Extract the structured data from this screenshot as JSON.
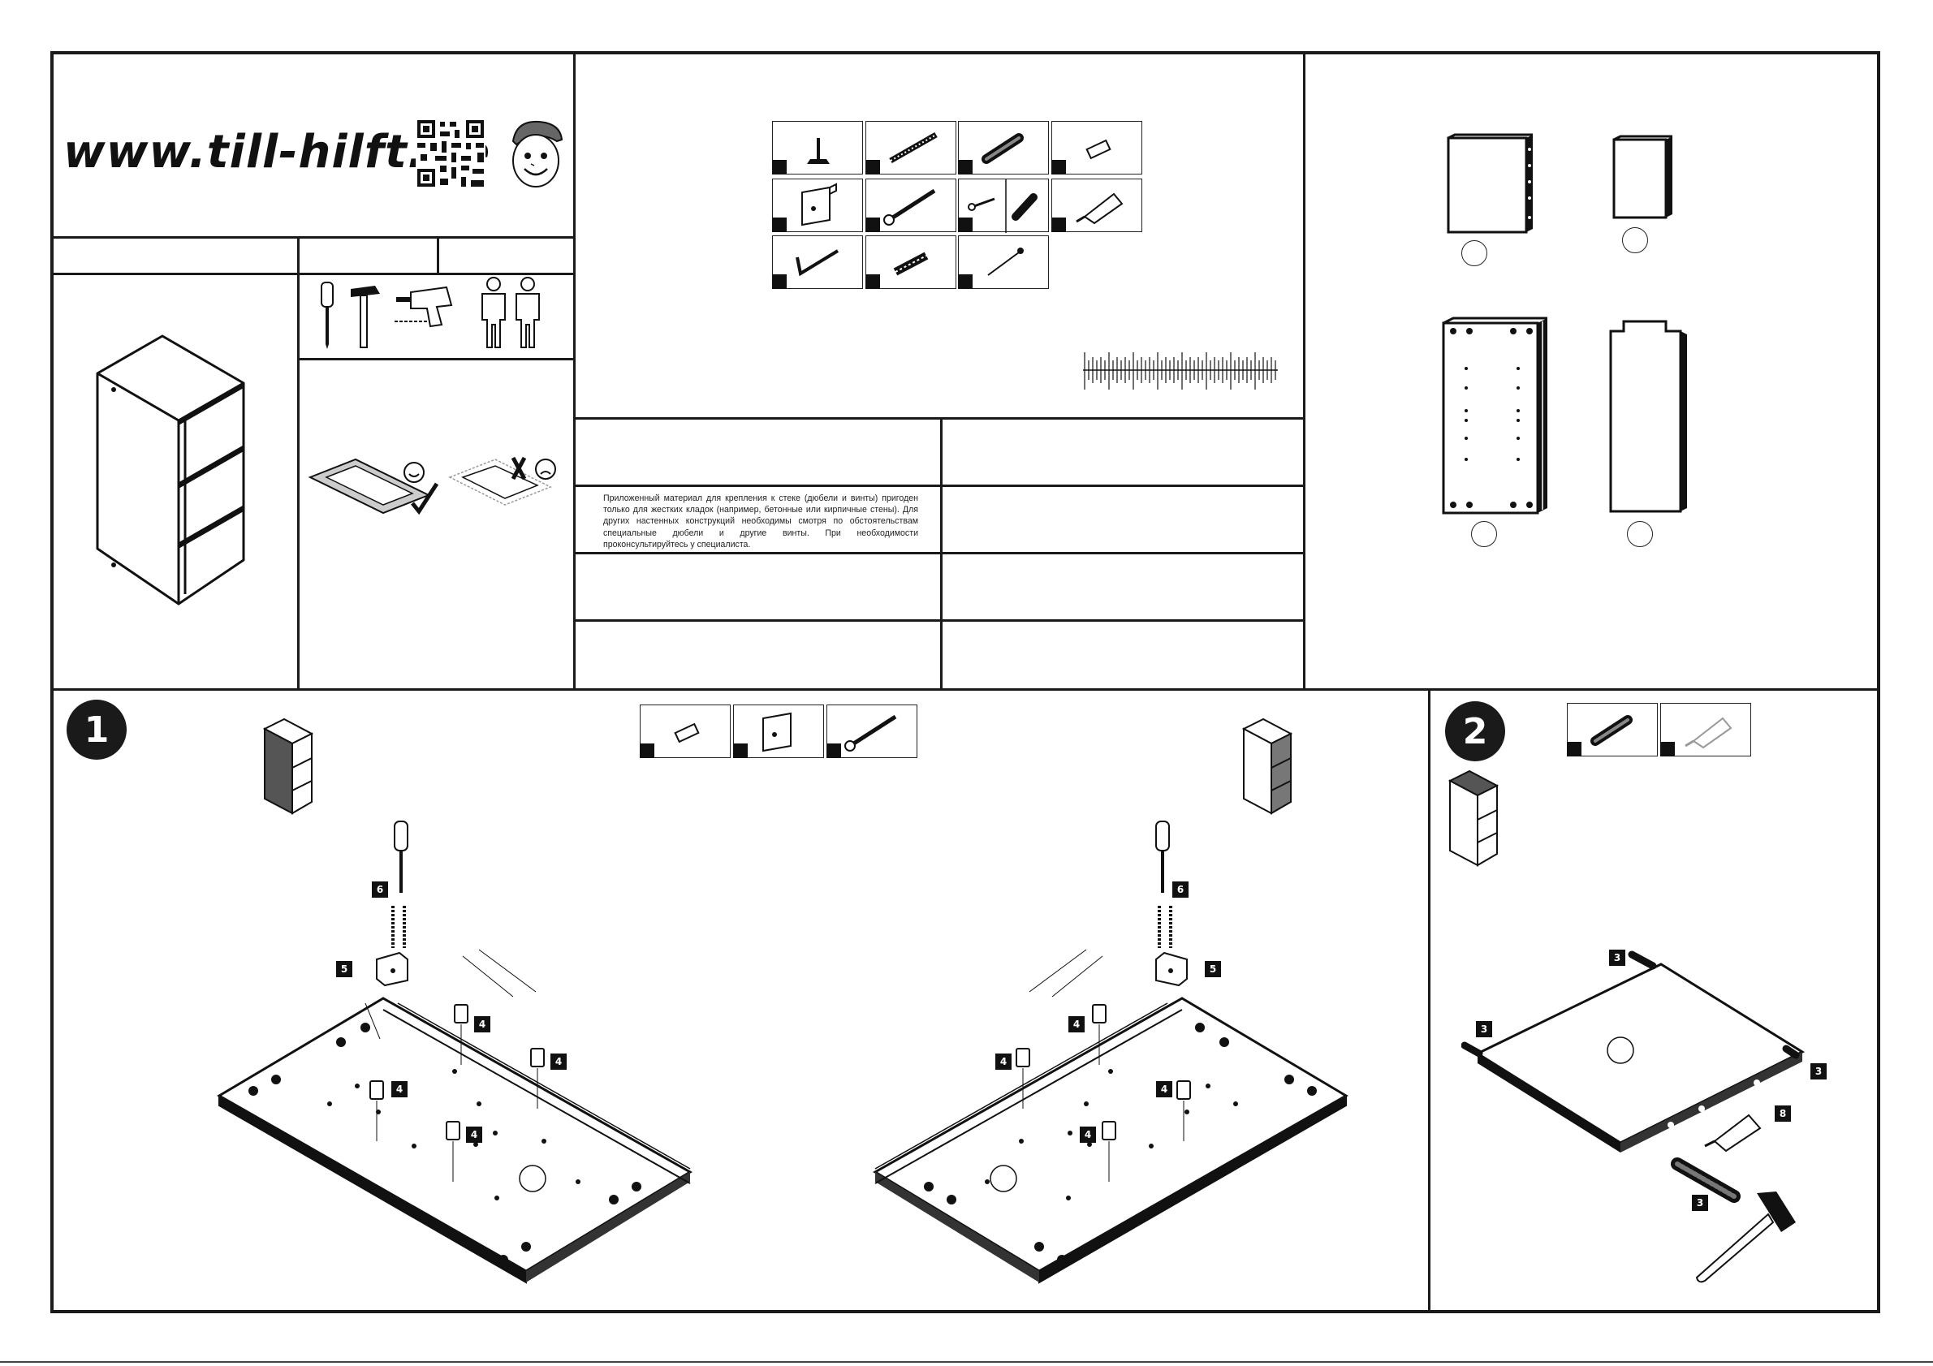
{
  "header": {
    "website": "www.till-hilft.de"
  },
  "note": {
    "text": "Приложенный материал для крепления к стеке (дюбели и винты) пригоден только для жестких кладок (например, бетонные или кирпичные стены). Для других настенных конструкций необходимы смотря по обстоятельствам специальные дюбели и другие винты. При необходимости проконсультируйтесь у специалиста."
  },
  "hardware_icons": [
    "glide-foot-icon",
    "threaded-rod-icon",
    "wood-dowel-icon",
    "cam-bolt-icon",
    "shelf-bracket-icon",
    "wood-screw-icon",
    "screw-and-dowel-icon",
    "glue-tube-icon",
    "allen-key-icon",
    "wall-plug-icon",
    "nail-icon"
  ],
  "tools_icons": [
    "screwdriver-icon",
    "hammer-icon",
    "drill-icon",
    "two-persons-icon"
  ],
  "steps": [
    {
      "number": "1",
      "hardware": [
        "cam-bolt-icon",
        "shelf-bracket-icon",
        "wood-screw-icon"
      ],
      "callouts": [
        "6",
        "5",
        "4",
        "4",
        "4",
        "4",
        "6",
        "5",
        "4",
        "4",
        "4",
        "4"
      ]
    },
    {
      "number": "2",
      "hardware": [
        "wood-dowel-icon",
        "glue-tube-icon"
      ],
      "callouts": [
        "3",
        "3",
        "3",
        "8",
        "3"
      ]
    }
  ],
  "colors": {
    "line": "#1a1a1a",
    "panel_edge": "#111111",
    "highlight_gray": "#555555"
  }
}
